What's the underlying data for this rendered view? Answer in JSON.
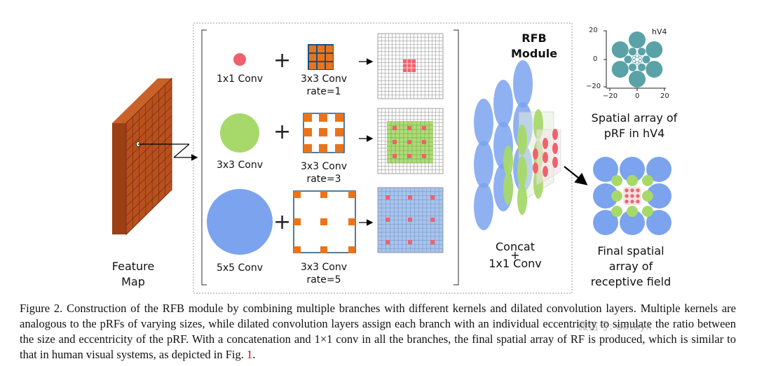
{
  "figure": {
    "rfb_module_title": "RFB\nModule",
    "feature_map_label": "Feature\nMap",
    "branches": [
      {
        "kernel_label": "1x1 Conv",
        "dilated_label": "3x3 Conv\nrate=1"
      },
      {
        "kernel_label": "3x3 Conv",
        "dilated_label": "3x3 Conv\nrate=3"
      },
      {
        "kernel_label": "5x5 Conv",
        "dilated_label": "3x3 Conv\nrate=5"
      }
    ],
    "plus_sign": "+",
    "concat_label": "Concat\n+\n1x1 Conv",
    "spatial_array_label": "Spatial array of\npRF in hV4",
    "final_label": "Final spatial\narray of\nreceptive field",
    "hv4_plot": {
      "label": "hV4",
      "y_ticks": [
        "20",
        "0",
        "−20"
      ],
      "x_ticks": [
        "−20",
        "0",
        "20"
      ]
    },
    "colors": {
      "orange": "#e8741c",
      "red_dot": "#f0616c",
      "green": "#a6d96a",
      "blue": "#7ba3ee",
      "teal": "#5aa2a8",
      "brick": "#b8501e"
    }
  },
  "caption": {
    "text": "Figure 2. Construction of the RFB module by combining multiple branches with different kernels and dilated convolution layers. Multiple kernels are analogous to the pRFs of varying sizes, while dilated convolution layers assign each branch with an individual eccentricity to simulate the ratio between the size and eccentricity of the pRF. With a concatenation and 1×1 conv in all the branches, the final spatial array of RF is produced, which is similar to that in human visual systems, as depicted in Fig. ",
    "fig_ref": "1",
    "end": "."
  },
  "watermark": "微信号: datayx"
}
